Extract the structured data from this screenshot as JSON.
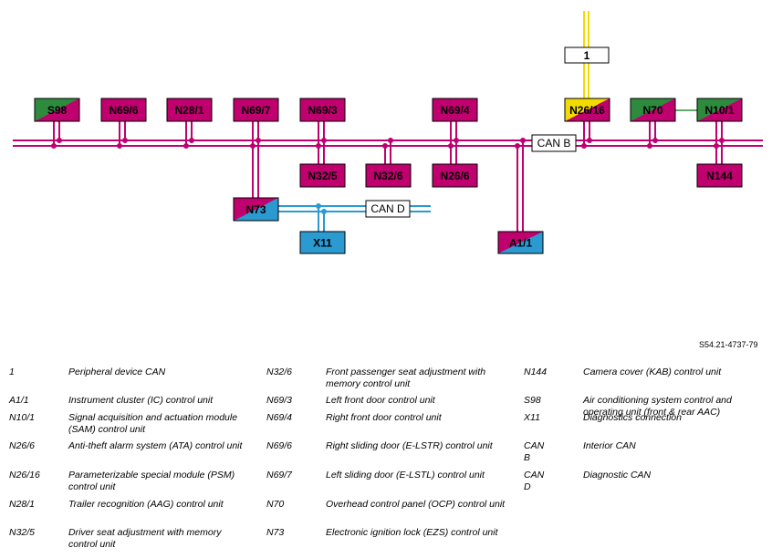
{
  "diagram": {
    "bus_labels": {
      "can_b": "CAN B",
      "can_d": "CAN D"
    },
    "colors": {
      "can_b": "#c0006e",
      "can_d": "#2a9ad0",
      "peripheral": "#f2dc00",
      "magenta": "#c0006e",
      "green": "#2e8b3e",
      "yellow": "#f2dc00",
      "cyan": "#2a9ad0",
      "link": "#2e8b3e"
    },
    "nodes": [
      {
        "id": "S98",
        "label": "S98",
        "style": "green-magenta"
      },
      {
        "id": "N69/6",
        "label": "N69/6",
        "style": "magenta"
      },
      {
        "id": "N28/1",
        "label": "N28/1",
        "style": "magenta"
      },
      {
        "id": "N69/7",
        "label": "N69/7",
        "style": "magenta"
      },
      {
        "id": "N69/3",
        "label": "N69/3",
        "style": "magenta"
      },
      {
        "id": "N69/4",
        "label": "N69/4",
        "style": "magenta"
      },
      {
        "id": "N26/16",
        "label": "N26/16",
        "style": "yellow-magenta"
      },
      {
        "id": "N70",
        "label": "N70",
        "style": "green-magenta"
      },
      {
        "id": "N10/1",
        "label": "N10/1",
        "style": "green-magenta"
      },
      {
        "id": "N32/5",
        "label": "N32/5",
        "style": "magenta"
      },
      {
        "id": "N32/6",
        "label": "N32/6",
        "style": "magenta"
      },
      {
        "id": "N26/6",
        "label": "N26/6",
        "style": "magenta"
      },
      {
        "id": "N144",
        "label": "N144",
        "style": "magenta"
      },
      {
        "id": "N73",
        "label": "N73",
        "style": "magenta-cyan"
      },
      {
        "id": "X11",
        "label": "X11",
        "style": "cyan"
      },
      {
        "id": "A1/1",
        "label": "A1/1",
        "style": "magenta-cyan"
      },
      {
        "id": "1",
        "label": "1",
        "style": "white"
      }
    ]
  },
  "reference": "S54.21-4737-79",
  "legend": [
    {
      "code": "1",
      "desc": "Peripheral device CAN"
    },
    {
      "code": "A1/1",
      "desc": "Instrument cluster (IC) control unit"
    },
    {
      "code": "N10/1",
      "desc": "Signal acquisition and actuation module (SAM) control unit"
    },
    {
      "code": "N26/6",
      "desc": "Anti-theft alarm system (ATA) control unit"
    },
    {
      "code": "N26/16",
      "desc": "Parameterizable special module (PSM) control unit"
    },
    {
      "code": "N28/1",
      "desc": "Trailer recognition (AAG) control unit"
    },
    {
      "code": "N32/5",
      "desc": "Driver seat adjustment with memory control unit"
    },
    {
      "code": "N32/6",
      "desc": "Front passenger seat adjustment with memory control unit"
    },
    {
      "code": "N69/3",
      "desc": "Left front door control unit"
    },
    {
      "code": "N69/4",
      "desc": "Right front door control unit"
    },
    {
      "code": "N69/6",
      "desc": "Right sliding door (E-LSTR) control unit"
    },
    {
      "code": "N69/7",
      "desc": "Left sliding door (E-LSTL) control unit"
    },
    {
      "code": "N70",
      "desc": "Overhead control panel (OCP) control unit"
    },
    {
      "code": "N73",
      "desc": "Electronic ignition lock (EZS) control unit"
    },
    {
      "code": "N144",
      "desc": "Camera cover (KAB) control unit"
    },
    {
      "code": "S98",
      "desc": "Air conditioning system control and operating unit (front & rear AAC)"
    },
    {
      "code": "X11",
      "desc": "Diagnostics connection"
    },
    {
      "code": "CAN B",
      "desc": "Interior CAN"
    },
    {
      "code": "CAN D",
      "desc": "Diagnostic CAN"
    }
  ]
}
